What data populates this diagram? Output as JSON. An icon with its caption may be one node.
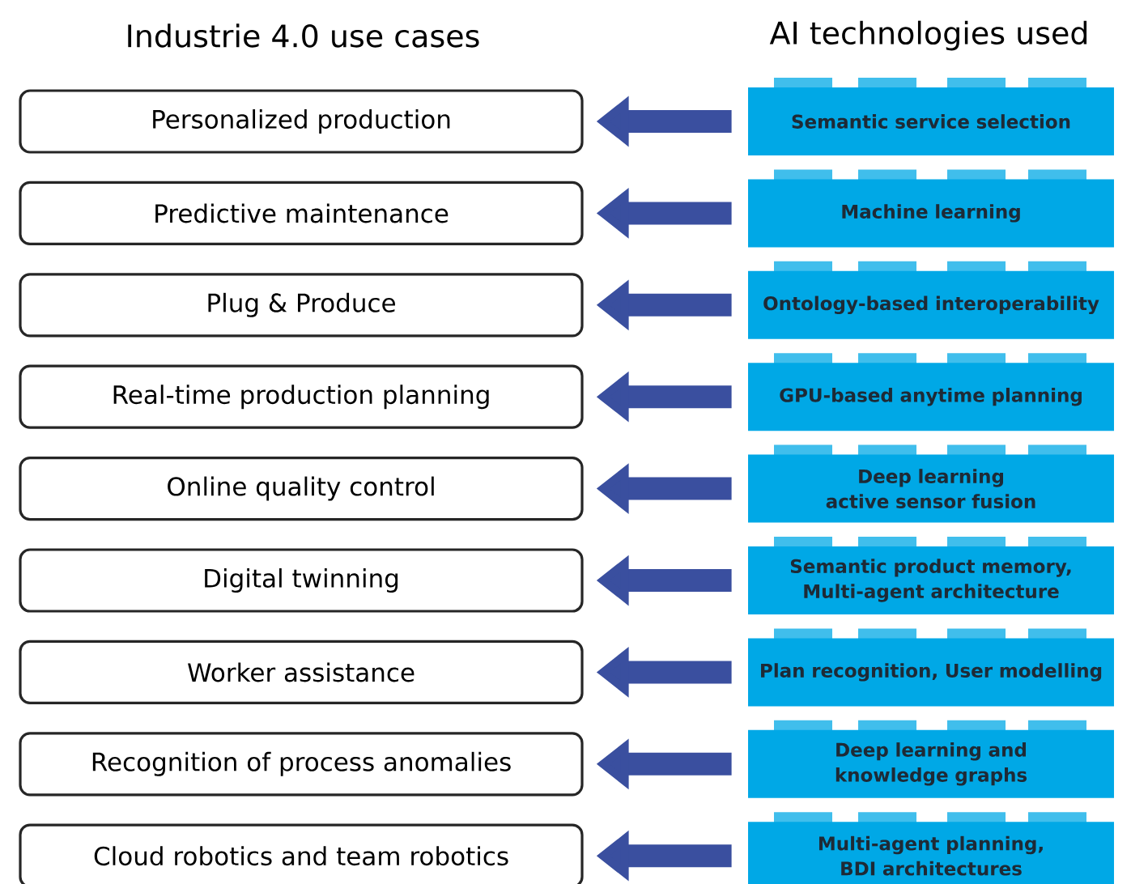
{
  "diagram": {
    "nodes": [
      {
        "text": [
          "Personalized production"
        ]
      },
      {
        "text": [
          "Predictive maintenance"
        ]
      },
      {
        "text": [
          "Plug & Produce"
        ]
      },
      {
        "text": [
          "Real-time production planning"
        ]
      },
      {
        "text": [
          "Online quality control"
        ]
      },
      {
        "text": [
          "Digital twinning"
        ]
      },
      {
        "text": [
          "Worker assistance"
        ]
      },
      {
        "text": [
          "Recognition of process anomalies"
        ]
      },
      {
        "text": [
          "Cloud robotics and team robotics"
        ]
      },
      {
        "text": [
          "Semantic service selection"
        ]
      },
      {
        "text": [
          "Machine learning"
        ]
      },
      {
        "text": [
          "Ontology-based interoperability"
        ]
      },
      {
        "text": [
          "GPU-based anytime planning"
        ]
      },
      {
        "text": [
          "Deep learning active sensor fusion"
        ]
      },
      {
        "text": [
          "Semantic product memory, Multi-agent architecture"
        ]
      },
      {
        "text": [
          "Plan recognition, User modelling"
        ]
      },
      {
        "text": [
          "Deep learning and knowledge graphs"
        ]
      },
      {
        "text": [
          "Multi-agent planning, BDI architectures"
        ]
      }
    ],
    "edges": [
      {
        "from": 9,
        "to": 0,
        "arrow": "to"
      },
      {
        "from": 10,
        "to": 1,
        "arrow": "to"
      },
      {
        "from": 11,
        "to": 2,
        "arrow": "to"
      },
      {
        "from": 12,
        "to": 3,
        "arrow": "to"
      },
      {
        "from": 13,
        "to": 4,
        "arrow": "to"
      },
      {
        "from": 14,
        "to": 5,
        "arrow": "to"
      },
      {
        "from": 15,
        "to": 6,
        "arrow": "to"
      },
      {
        "from": 16,
        "to": 7,
        "arrow": "to"
      },
      {
        "from": 17,
        "to": 8,
        "arrow": "to"
      }
    ],
    "labels": [
      "Industrie 4.0 use cases",
      "AI technologies used"
    ]
  }
}
